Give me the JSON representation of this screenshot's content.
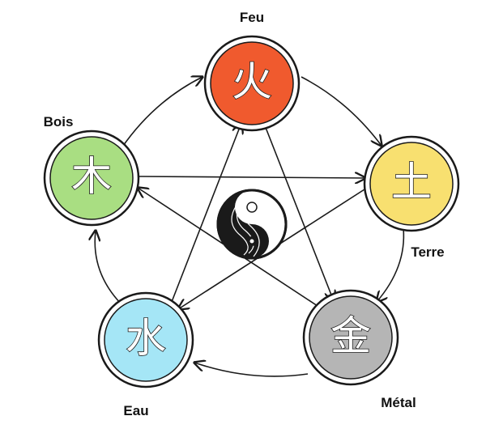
{
  "elements": [
    {
      "key": "feu",
      "label": "Feu",
      "glyph": "火",
      "color": "#F05A2E"
    },
    {
      "key": "terre",
      "label": "Terre",
      "glyph": "土",
      "color": "#F8E070"
    },
    {
      "key": "metal",
      "label": "Métal",
      "glyph": "金",
      "color": "#B5B5B5"
    },
    {
      "key": "eau",
      "label": "Eau",
      "glyph": "水",
      "color": "#A5E6F6"
    },
    {
      "key": "bois",
      "label": "Bois",
      "glyph": "木",
      "color": "#A9DE82"
    }
  ],
  "cycles": {
    "generating": [
      [
        "bois",
        "feu"
      ],
      [
        "feu",
        "terre"
      ],
      [
        "terre",
        "metal"
      ],
      [
        "metal",
        "eau"
      ],
      [
        "eau",
        "bois"
      ]
    ],
    "controlling": [
      [
        "bois",
        "terre"
      ],
      [
        "terre",
        "eau"
      ],
      [
        "eau",
        "feu"
      ],
      [
        "feu",
        "metal"
      ],
      [
        "metal",
        "bois"
      ]
    ]
  },
  "center_icon": "yin-yang-icon",
  "colors": {
    "stroke": "#1a1a1a",
    "background": "#ffffff"
  }
}
